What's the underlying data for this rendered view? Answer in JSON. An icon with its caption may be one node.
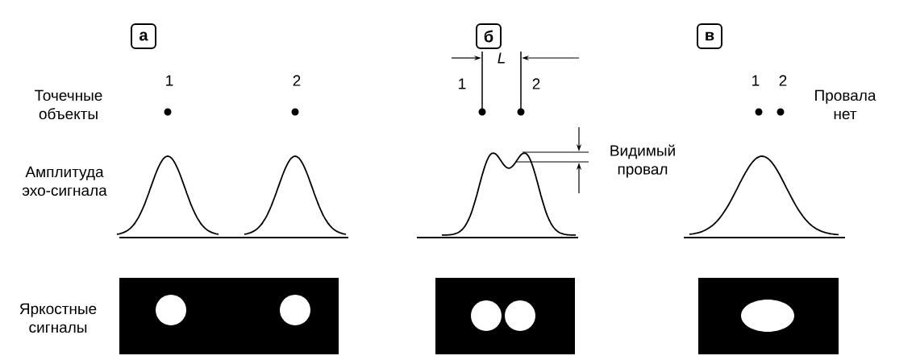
{
  "diagram": {
    "nodes": [
      {
        "text": [
          "а"
        ]
      },
      {
        "text": [
          "б"
        ]
      },
      {
        "text": [
          "в"
        ]
      }
    ],
    "labels": [
      "Точечные объекты",
      "1",
      "2",
      "L",
      "1",
      "2",
      "1",
      "2",
      "Провала нет",
      "Амплитуда эхо-сигнала",
      "Видимый провал",
      "Яркостные сигналы"
    ]
  }
}
